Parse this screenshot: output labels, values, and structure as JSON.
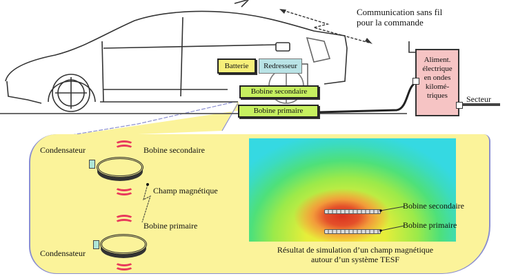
{
  "car": {
    "labels": {
      "battery": "Batterie",
      "rectifier": "Redresseur",
      "secondary_coil": "Bobine secondaire",
      "primary_coil": "Bobine primaire"
    }
  },
  "wireless": {
    "label_line1": "Communication sans fil",
    "label_line2": "pour la commande"
  },
  "power_supply": {
    "line1": "Aliment.",
    "line2": "électrique",
    "line3": "en ondes",
    "line4": "kilomé-",
    "line5": "triques",
    "mains_label": "Secteur"
  },
  "inset": {
    "left": {
      "capacitor_top": "Condensateur",
      "secondary_coil": "Bobine secondaire",
      "magnetic_field": "Champ magnétique",
      "primary_coil": "Bobine primaire",
      "capacitor_bottom": "Condensateur"
    },
    "right": {
      "secondary_coil": "Bobine secondaire",
      "primary_coil": "Bobine primaire",
      "caption_line1": "Résultat de simulation d’un champ magnétique",
      "caption_line2": "autour d’un système TESF"
    }
  },
  "colors": {
    "battery_box": "#f7f07a",
    "rectifier_box": "#b9e3e6",
    "coil_box": "#c6f060",
    "power_box": "#f6c4c4",
    "panel": "#fbf39a",
    "field_arcs": "#e8395c"
  }
}
